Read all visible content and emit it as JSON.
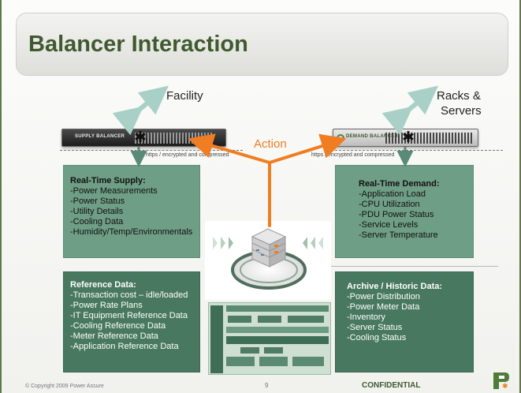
{
  "slide": {
    "title": "Balancer Interaction",
    "facility_label": "Facility",
    "racks_label_line1": "Racks &",
    "racks_label_line2": "Servers",
    "action_label": "Action",
    "supply_device_name": "SUPPLY BALANCER",
    "demand_device_name": "DEMAND BALANCER",
    "https_note_left": "https / encrypted and compressed",
    "https_note_right": "https / encrypted and compressed"
  },
  "panels": {
    "supply": {
      "heading": "Real-Time Supply:",
      "items": [
        "-Power Measurements",
        "-Power Status",
        "-Utility Details",
        "-Cooling Data",
        "-Humidity/Temp/Environmentals"
      ]
    },
    "demand": {
      "heading": "Real-Time Demand:",
      "items": [
        "-Application Load",
        "-CPU Utilization",
        "-PDU Power Status",
        "-Service Levels",
        "-Server Temperature"
      ]
    },
    "reference": {
      "heading": "Reference Data:",
      "items": [
        "-Transaction cost – idle/loaded",
        "-Power Rate Plans",
        "-IT Equipment Reference Data",
        "-Cooling Reference Data",
        "-Meter Reference Data",
        "-Application Reference Data"
      ]
    },
    "archive": {
      "heading": "Archive / Historic Data:",
      "items": [
        "-Power Distribution",
        "-Power Meter Data",
        "-Inventory",
        "-Server Status",
        "-Cooling Status"
      ]
    }
  },
  "footer": {
    "copyright": "© Copyright 2009 Power Assure",
    "page_number": "9",
    "confidential": "CONFIDENTIAL"
  },
  "colors": {
    "title": "#3f5a2f",
    "action_arrow": "#f07d22",
    "connector_arrow": "#5a8a78",
    "bidirectional_arrow": "#a9d0c6",
    "panel_light": "#6f9e86",
    "panel_dark": "#48785f"
  },
  "icons": {
    "central_server": "server-stack-icon",
    "logo": "power-assure-logo"
  }
}
